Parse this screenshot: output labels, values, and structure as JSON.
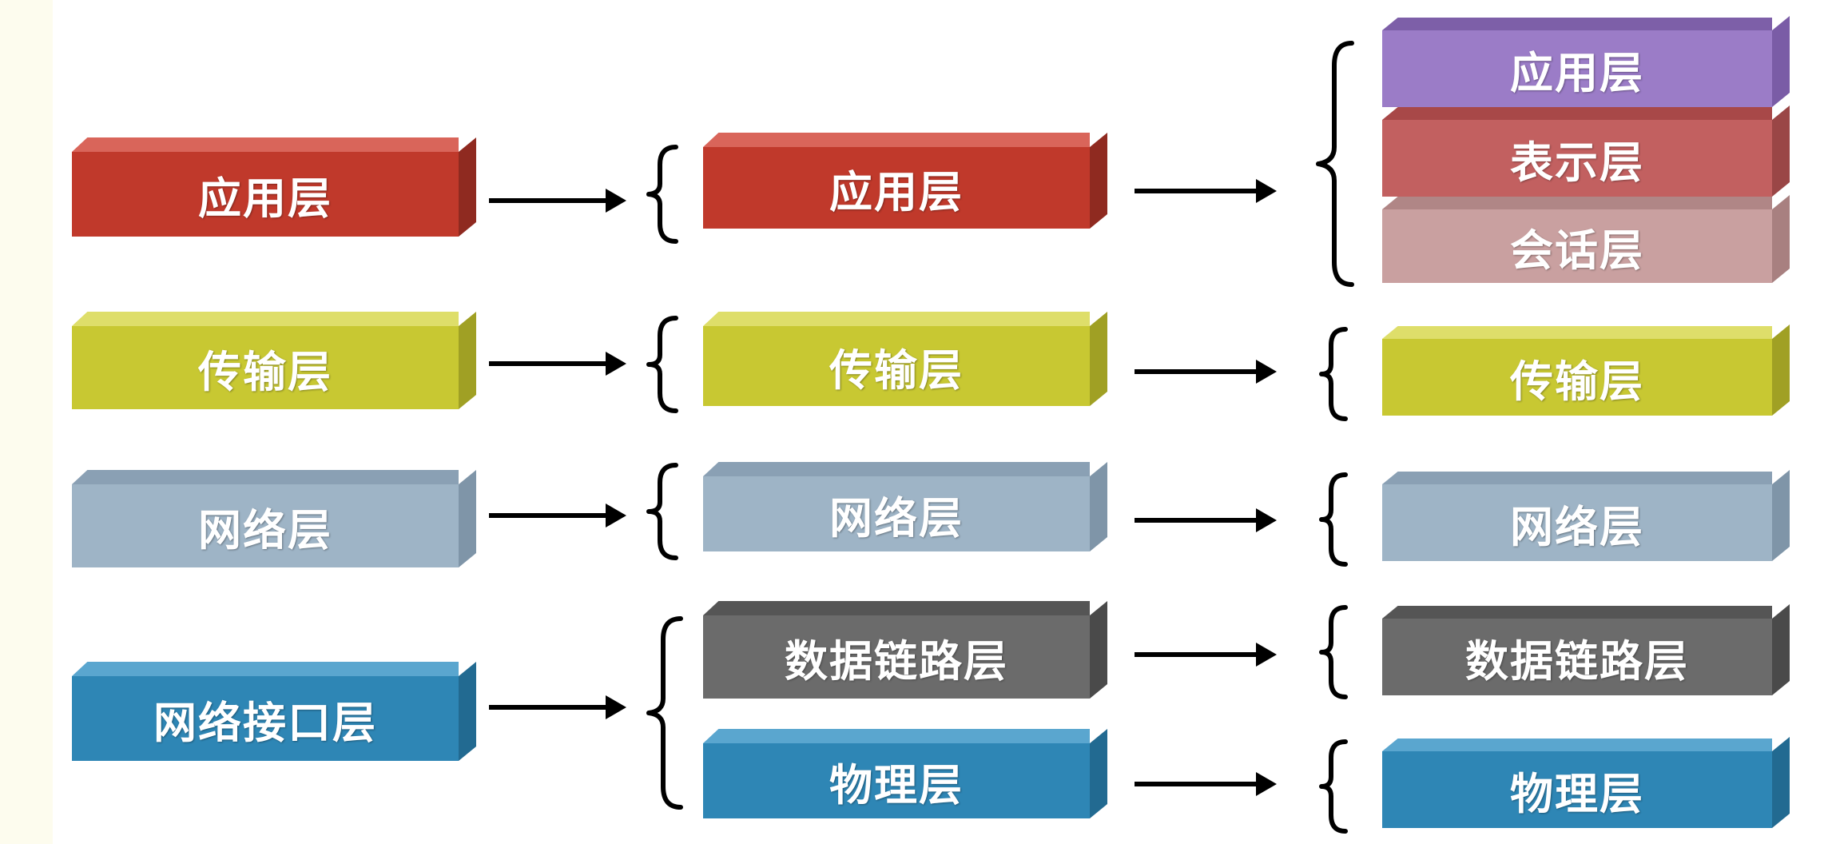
{
  "column1": {
    "application": "应用层",
    "transport": "传输层",
    "network": "网络层",
    "network_interface": "网络接口层"
  },
  "column2": {
    "application": "应用层",
    "transport": "传输层",
    "network": "网络层",
    "data_link": "数据链路层",
    "physical": "物理层"
  },
  "column3": {
    "application": "应用层",
    "presentation": "表示层",
    "session": "会话层",
    "transport": "传输层",
    "network": "网络层",
    "data_link": "数据链路层",
    "physical": "物理层"
  },
  "colors": {
    "application_red": "#c0392b",
    "transport_yellow": "#c8c832",
    "network_gray_blue": "#9eb4c6",
    "interface_blue": "#2e86b5",
    "data_link_gray": "#6b6b6b",
    "app7_purple": "#9b7cc7",
    "presentation_red": "#c26060",
    "session_pink": "#c9a0a0"
  }
}
